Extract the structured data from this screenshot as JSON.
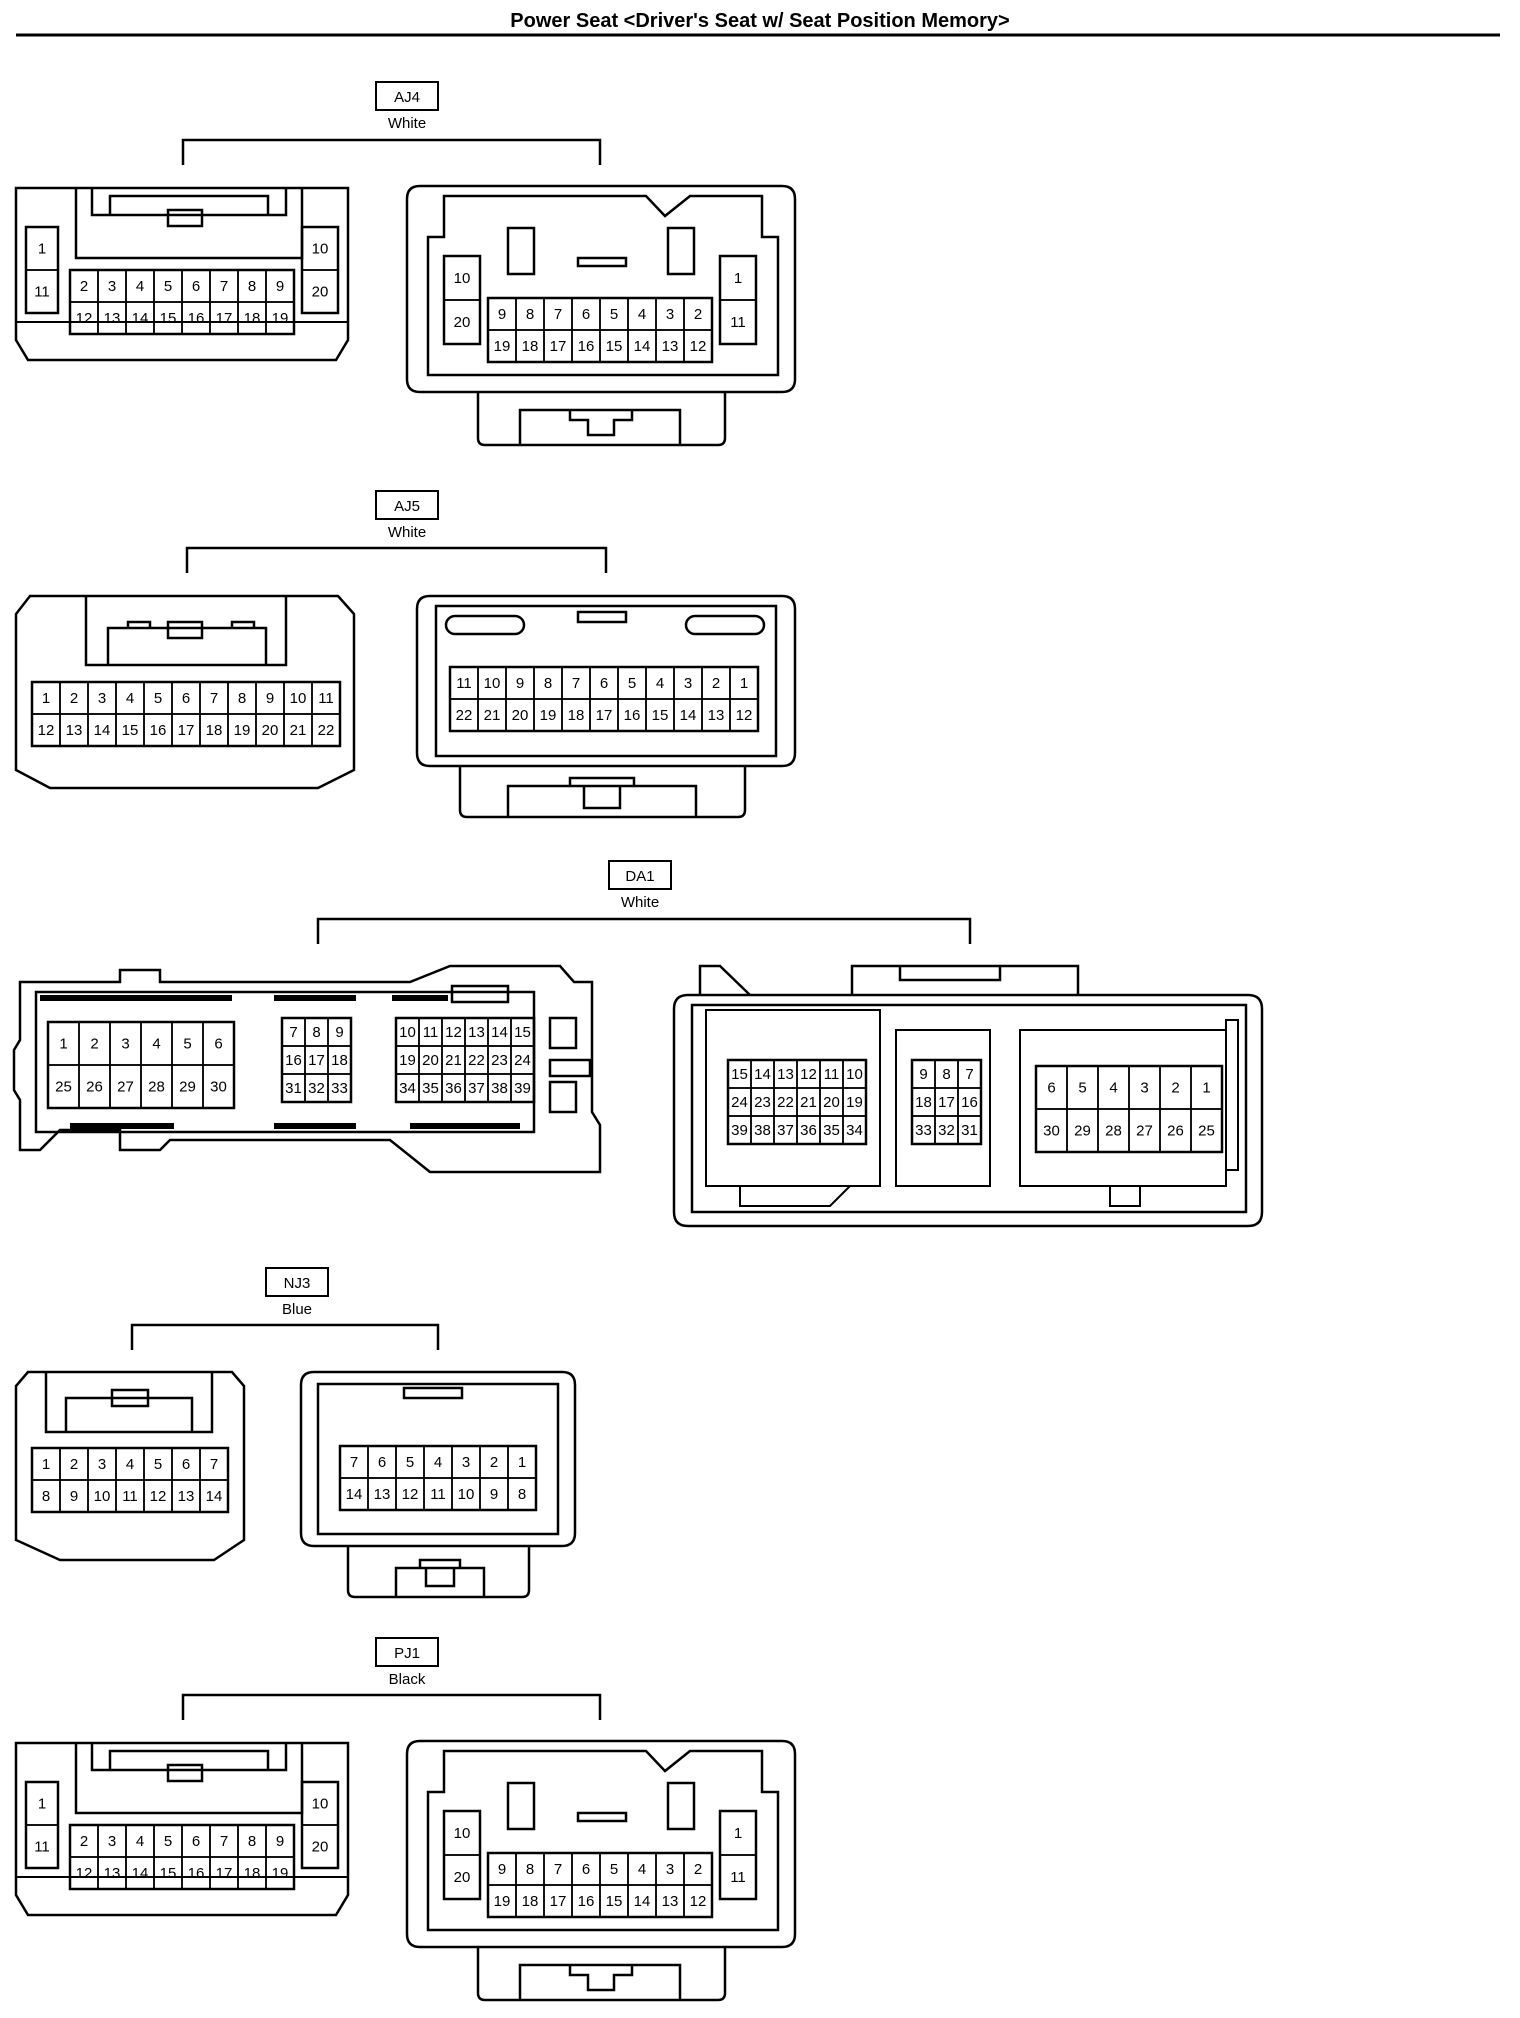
{
  "title": "Power Seat <Driver's Seat w/ Seat Position Memory>",
  "connectors": [
    {
      "id": "AJ4",
      "color": "White",
      "male": {
        "row1": [
          "2",
          "3",
          "4",
          "5",
          "6",
          "7",
          "8",
          "9"
        ],
        "row2": [
          "12",
          "13",
          "14",
          "15",
          "16",
          "17",
          "18",
          "19"
        ],
        "left": [
          "1",
          "11"
        ],
        "right": [
          "10",
          "20"
        ]
      },
      "female": {
        "row1": [
          "9",
          "8",
          "7",
          "6",
          "5",
          "4",
          "3",
          "2"
        ],
        "row2": [
          "19",
          "18",
          "17",
          "16",
          "15",
          "14",
          "13",
          "12"
        ],
        "left": [
          "10",
          "20"
        ],
        "right": [
          "1",
          "11"
        ]
      }
    },
    {
      "id": "AJ5",
      "color": "White",
      "male": {
        "row1": [
          "1",
          "2",
          "3",
          "4",
          "5",
          "6",
          "7",
          "8",
          "9",
          "10",
          "11"
        ],
        "row2": [
          "12",
          "13",
          "14",
          "15",
          "16",
          "17",
          "18",
          "19",
          "20",
          "21",
          "22"
        ]
      },
      "female": {
        "row1": [
          "11",
          "10",
          "9",
          "8",
          "7",
          "6",
          "5",
          "4",
          "3",
          "2",
          "1"
        ],
        "row2": [
          "22",
          "21",
          "20",
          "19",
          "18",
          "17",
          "16",
          "15",
          "14",
          "13",
          "12"
        ]
      }
    },
    {
      "id": "DA1",
      "color": "White",
      "male": {
        "block1": {
          "row1": [
            "1",
            "2",
            "3",
            "4",
            "5",
            "6"
          ],
          "row2": [
            "25",
            "26",
            "27",
            "28",
            "29",
            "30"
          ]
        },
        "block2": {
          "rows": [
            [
              "7",
              "8",
              "9"
            ],
            [
              "16",
              "17",
              "18"
            ],
            [
              "31",
              "32",
              "33"
            ]
          ]
        },
        "block3": {
          "rows": [
            [
              "10",
              "11",
              "12",
              "13",
              "14",
              "15"
            ],
            [
              "19",
              "20",
              "21",
              "22",
              "23",
              "24"
            ],
            [
              "34",
              "35",
              "36",
              "37",
              "38",
              "39"
            ]
          ]
        }
      },
      "female": {
        "block1": {
          "rows": [
            [
              "15",
              "14",
              "13",
              "12",
              "11",
              "10"
            ],
            [
              "24",
              "23",
              "22",
              "21",
              "20",
              "19"
            ],
            [
              "39",
              "38",
              "37",
              "36",
              "35",
              "34"
            ]
          ]
        },
        "block2": {
          "rows": [
            [
              "9",
              "8",
              "7"
            ],
            [
              "18",
              "17",
              "16"
            ],
            [
              "33",
              "32",
              "31"
            ]
          ]
        },
        "block3": {
          "row1": [
            "6",
            "5",
            "4",
            "3",
            "2",
            "1"
          ],
          "row2": [
            "30",
            "29",
            "28",
            "27",
            "26",
            "25"
          ]
        }
      }
    },
    {
      "id": "NJ3",
      "color": "Blue",
      "male": {
        "row1": [
          "1",
          "2",
          "3",
          "4",
          "5",
          "6",
          "7"
        ],
        "row2": [
          "8",
          "9",
          "10",
          "11",
          "12",
          "13",
          "14"
        ]
      },
      "female": {
        "row1": [
          "7",
          "6",
          "5",
          "4",
          "3",
          "2",
          "1"
        ],
        "row2": [
          "14",
          "13",
          "12",
          "11",
          "10",
          "9",
          "8"
        ]
      }
    },
    {
      "id": "PJ1",
      "color": "Black",
      "male": {
        "row1": [
          "2",
          "3",
          "4",
          "5",
          "6",
          "7",
          "8",
          "9"
        ],
        "row2": [
          "12",
          "13",
          "14",
          "15",
          "16",
          "17",
          "18",
          "19"
        ],
        "left": [
          "1",
          "11"
        ],
        "right": [
          "10",
          "20"
        ]
      },
      "female": {
        "row1": [
          "9",
          "8",
          "7",
          "6",
          "5",
          "4",
          "3",
          "2"
        ],
        "row2": [
          "19",
          "18",
          "17",
          "16",
          "15",
          "14",
          "13",
          "12"
        ],
        "left": [
          "10",
          "20"
        ],
        "right": [
          "1",
          "11"
        ]
      }
    }
  ]
}
